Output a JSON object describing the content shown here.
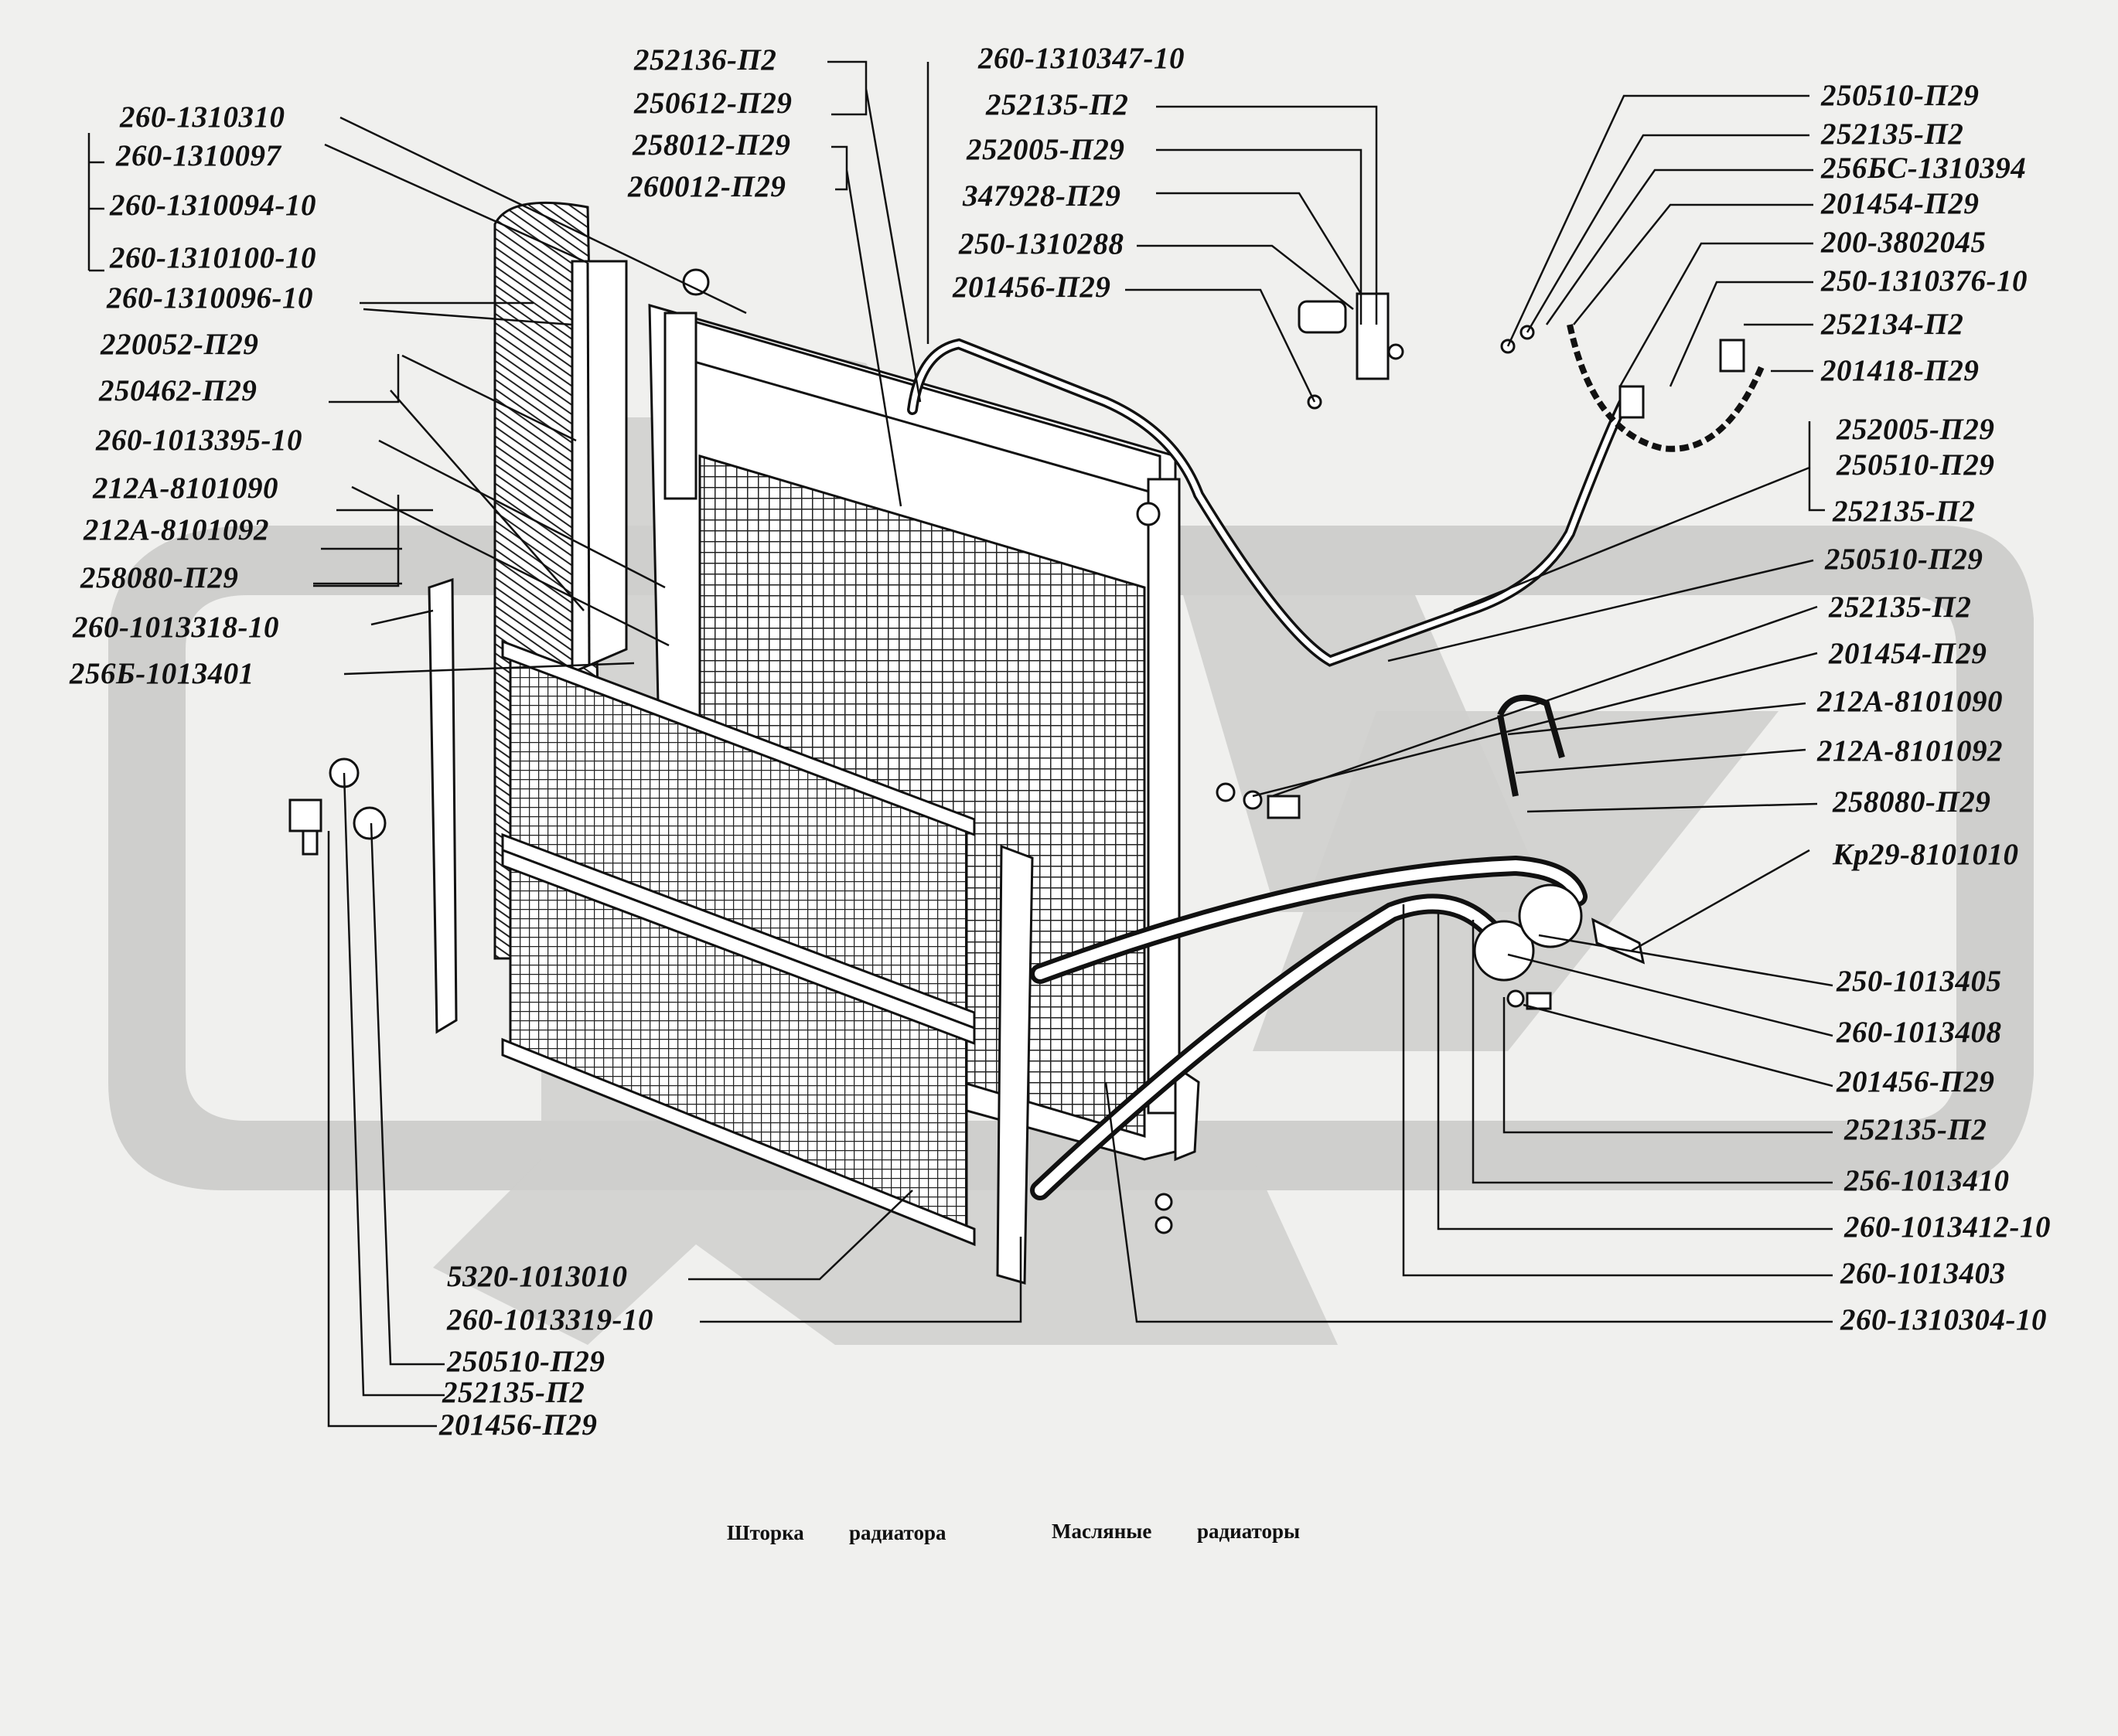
{
  "colors": {
    "background": "#f0f0ee",
    "watermark": "#cfcfcd",
    "ink": "#111111"
  },
  "labels_left": [
    {
      "id": "l1",
      "text": "252136-П2"
    },
    {
      "id": "l2",
      "text": "250612-П29"
    },
    {
      "id": "l3",
      "text": "258012-П29"
    },
    {
      "id": "l4",
      "text": "260012-П29"
    },
    {
      "id": "l5",
      "text": "260-1310310"
    },
    {
      "id": "l6",
      "text": "260-1310097"
    },
    {
      "id": "l7",
      "text": "260-1310094-10"
    },
    {
      "id": "l8",
      "text": "260-1310100-10"
    },
    {
      "id": "l9",
      "text": "260-1310096-10"
    },
    {
      "id": "l10",
      "text": "220052-П29"
    },
    {
      "id": "l11",
      "text": "250462-П29"
    },
    {
      "id": "l12",
      "text": "260-1013395-10"
    },
    {
      "id": "l13",
      "text": "212А-8101090"
    },
    {
      "id": "l14",
      "text": "212А-8101092"
    },
    {
      "id": "l15",
      "text": "258080-П29"
    },
    {
      "id": "l16",
      "text": "260-1013318-10"
    },
    {
      "id": "l17",
      "text": "256Б-1013401"
    }
  ],
  "labels_top": [
    {
      "id": "t1",
      "text": "260-1310347-10"
    },
    {
      "id": "t2",
      "text": "252135-П2"
    },
    {
      "id": "t3",
      "text": "252005-П29"
    },
    {
      "id": "t4",
      "text": "347928-П29"
    },
    {
      "id": "t5",
      "text": "250-1310288"
    },
    {
      "id": "t6",
      "text": "201456-П29"
    }
  ],
  "labels_right": [
    {
      "id": "r1",
      "text": "250510-П29"
    },
    {
      "id": "r2",
      "text": "252135-П2"
    },
    {
      "id": "r3",
      "text": "256БС-1310394"
    },
    {
      "id": "r4",
      "text": "201454-П29"
    },
    {
      "id": "r5",
      "text": "200-3802045"
    },
    {
      "id": "r6",
      "text": "250-1310376-10"
    },
    {
      "id": "r7",
      "text": "252134-П2"
    },
    {
      "id": "r8",
      "text": "201418-П29"
    },
    {
      "id": "r9",
      "text": "252005-П29"
    },
    {
      "id": "r10",
      "text": "250510-П29"
    },
    {
      "id": "r11",
      "text": "252135-П2"
    },
    {
      "id": "r12",
      "text": "250510-П29"
    },
    {
      "id": "r13",
      "text": "252135-П2"
    },
    {
      "id": "r14",
      "text": "201454-П29"
    },
    {
      "id": "r15",
      "text": "212А-8101090"
    },
    {
      "id": "r16",
      "text": "212А-8101092"
    },
    {
      "id": "r17",
      "text": "258080-П29"
    },
    {
      "id": "r18",
      "text": "Кр29-8101010"
    },
    {
      "id": "r19",
      "text": "250-1013405"
    },
    {
      "id": "r20",
      "text": "260-1013408"
    },
    {
      "id": "r21",
      "text": "201456-П29"
    },
    {
      "id": "r22",
      "text": "252135-П2"
    },
    {
      "id": "r23",
      "text": "256-1013410"
    },
    {
      "id": "r24",
      "text": "260-1013412-10"
    },
    {
      "id": "r25",
      "text": "260-1013403"
    },
    {
      "id": "r26",
      "text": "260-1310304-10"
    }
  ],
  "labels_bottom": [
    {
      "id": "b1",
      "text": "5320-1013010"
    },
    {
      "id": "b2",
      "text": "260-1013319-10"
    },
    {
      "id": "b3",
      "text": "250510-П29"
    },
    {
      "id": "b4",
      "text": "252135-П2"
    },
    {
      "id": "b5",
      "text": "201456-П29"
    }
  ],
  "captions": {
    "shutter_word1": "Шторка",
    "shutter_word2": "радиатора",
    "oil_word1": "Масляные",
    "oil_word2": "радиаторы"
  }
}
